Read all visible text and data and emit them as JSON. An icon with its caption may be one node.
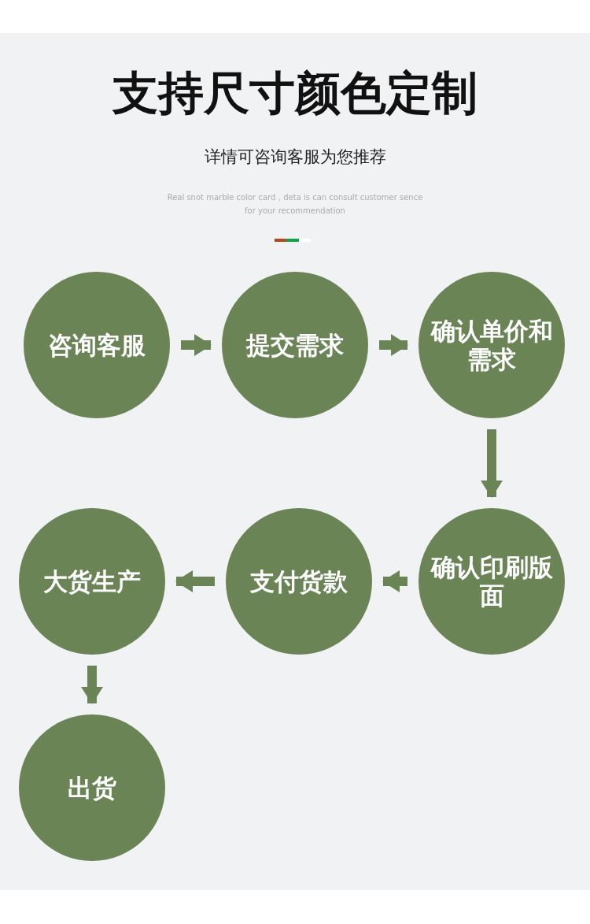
{
  "diagram": {
    "title": "支持尺寸颜色定制",
    "nodes": [
      {
        "text": [
          "咨询客服"
        ]
      },
      {
        "text": [
          "提交需求"
        ]
      },
      {
        "text": [
          "确认单价和需求"
        ]
      },
      {
        "text": [
          "确认印刷版面"
        ]
      },
      {
        "text": [
          "支付货款"
        ]
      },
      {
        "text": [
          "大货生产"
        ]
      },
      {
        "text": [
          "出货"
        ]
      }
    ],
    "edges": [
      {
        "from": 0,
        "to": 1,
        "arrow": "to"
      },
      {
        "from": 1,
        "to": 2,
        "arrow": "to"
      },
      {
        "from": 2,
        "to": 3,
        "arrow": "to"
      },
      {
        "from": 3,
        "to": 4,
        "arrow": "to"
      },
      {
        "from": 4,
        "to": 5,
        "arrow": "to"
      },
      {
        "from": 5,
        "to": 6,
        "arrow": "to"
      }
    ],
    "labels": [
      "详情可咨询客服为您推荐",
      "Real snot marble color card，deta is can consult customer sence for your recommendation"
    ]
  }
}
